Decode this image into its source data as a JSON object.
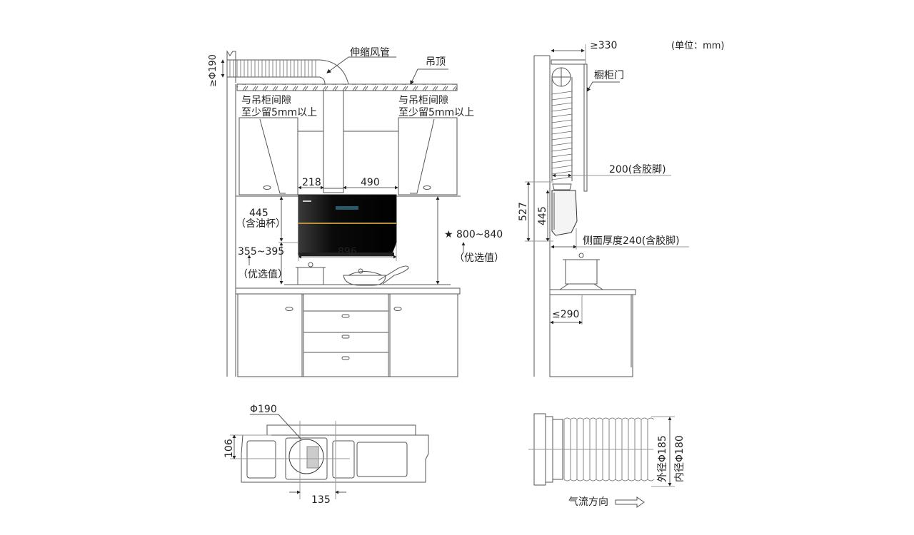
{
  "unit_label": "(单位：mm)",
  "front_view": {
    "duct_label": "伸缩风管",
    "ceiling_label": "吊顶",
    "duct_diameter": "≥Φ190",
    "gap_note_left_line1": "与吊柜间隙",
    "gap_note_left_line2": "至少留5mm以上",
    "gap_note_right_line1": "与吊柜间隙",
    "gap_note_right_line2": "至少留5mm以上",
    "dim_left_offset": "218",
    "dim_right_offset": "490",
    "dim_height": "445",
    "dim_height_note": "（含油杯）",
    "dim_width": "896",
    "dim_install_low": "355~395",
    "dim_install_low_note": "（优选值）",
    "dim_install_high": "★ 800~840",
    "dim_install_high_note": "（优选值）",
    "hood_color": "#000000",
    "trim_color": "#b8913a"
  },
  "side_view": {
    "dim_top_depth": "≥330",
    "cabinet_door_label": "橱柜门",
    "dim_bracket": "200(含胶脚)",
    "dim_total_height": "527",
    "dim_hood_height": "445",
    "dim_side_thickness": "侧面厚度240(含胶脚)",
    "dim_stove_offset": "≤290"
  },
  "bottom_view": {
    "outlet_diameter": "Φ190",
    "dim_height": "106",
    "dim_offset": "135"
  },
  "duct_view": {
    "outer_diameter": "外径Φ185",
    "inner_diameter": "内径Φ180",
    "airflow_label": "气流方向"
  }
}
